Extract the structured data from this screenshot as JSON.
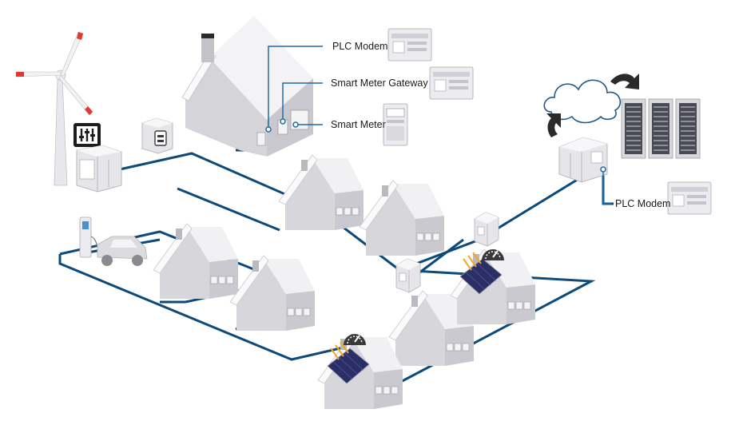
{
  "labels": {
    "plc_modem_top": "PLC Modem",
    "smart_meter_gateway": "Smart Meter Gateway",
    "smart_meter": "Smart Meter",
    "plc_modem_right": "PLC Modem"
  },
  "colors": {
    "network_line": "#0d4a7a",
    "house_wall": "#dcdce0",
    "house_roof": "#eeeef2",
    "device": "#e4e4e8",
    "turbine_accent": "#e23a2e",
    "solar_panel": "#2a2f66",
    "sun_rays": "#f0a820",
    "gauge": "#3a3a3a"
  },
  "icons": [
    "wind-turbine-icon",
    "mixer-icon",
    "battery-icon",
    "ev-charger-icon",
    "car-icon",
    "cloud-icon",
    "server-rack-icon",
    "arrow-icon",
    "gauge-icon",
    "solar-panel-icon",
    "house-icon",
    "substation-icon"
  ]
}
